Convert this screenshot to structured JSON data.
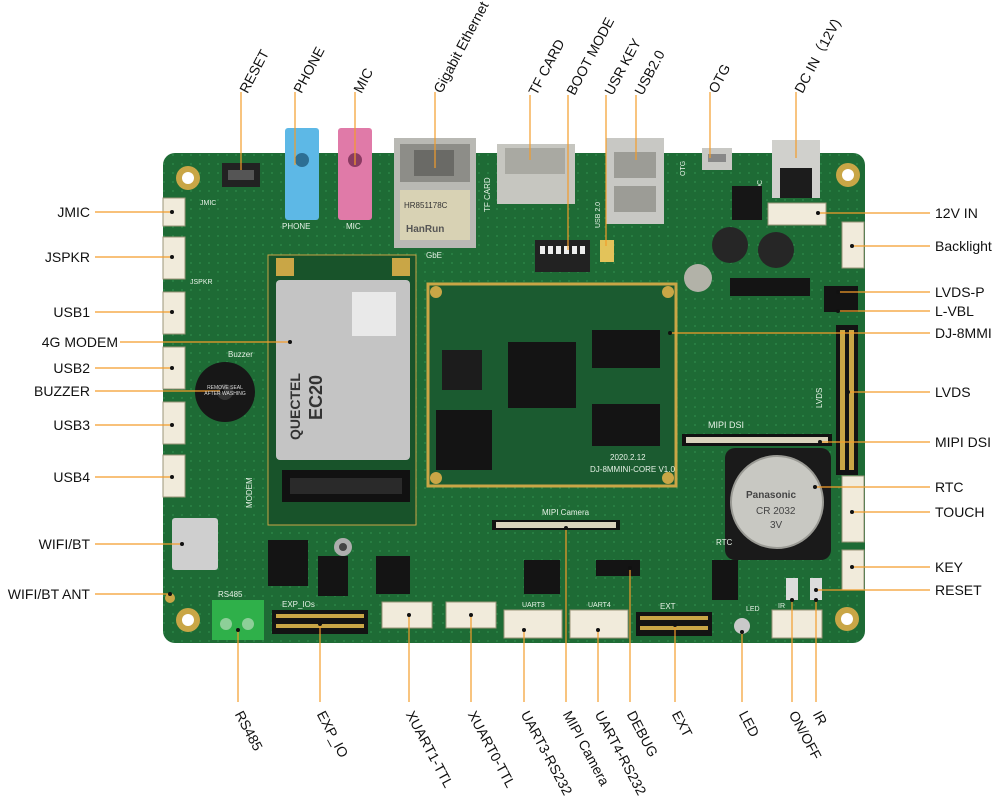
{
  "labels": {
    "left": [
      "JMIC",
      "JSPKR",
      "USB1",
      "4G MODEM",
      "USB2",
      "BUZZER",
      "USB3",
      "USB4",
      "WIFI/BT",
      "WIFI/BT ANT"
    ],
    "top": [
      "RESET",
      "PHONE",
      "MIC",
      "Gigabit Ethernet",
      "TF CARD",
      "BOOT MODE",
      "USR KEY",
      "USB2.0",
      "OTG",
      "DC IN（12V)"
    ],
    "right": [
      "12V IN",
      "Backlight",
      "LVDS-P",
      "L-VBL",
      "DJ-8MMI",
      "LVDS",
      "MIPI DSI",
      "RTC",
      "TOUCH",
      "KEY",
      "RESET"
    ],
    "bottom": [
      "RS485",
      "EXP_IO",
      "XUART1-TTL",
      "XUART0-TTL",
      "UART3-RS232",
      "MIPI Camera",
      "UART4-RS232",
      "DEBUG",
      "EXT",
      "LED",
      "IR",
      "ON/OFF"
    ]
  },
  "board": {
    "silk": {
      "phone": "PHONE",
      "mic": "MIC",
      "gbe": "GbE",
      "modem": "MODEM",
      "buzzer": "Buzzer",
      "mipi_dsi": "MIPI DSI",
      "mipi_cam": "MIPI Camera",
      "lvds": "LVDS",
      "rtc": "RTC",
      "exp_io": "EXP_IOs",
      "rs485": "RS485",
      "uart3": "UART3",
      "uart4": "UART4",
      "ext": "EXT",
      "led": "LED",
      "ir": "IR",
      "otg": "OTG",
      "tf": "TF CARD",
      "dc": "DC",
      "usb20": "USB 2.0",
      "jmic": "JMIC",
      "jspkr": "JSPKR"
    },
    "modem_brand": "QUECTEL",
    "modem_model": "EC20",
    "eth_brand": "HanRun",
    "eth_part": "HR851178C",
    "core_name": "DJ-8MMINI-CORE V1.0",
    "core_date": "2020.2.12",
    "battery_brand": "Panasonic",
    "battery_model": "CR 2032",
    "battery_volt": "3V",
    "buzzer_text": "REMOVE SEAL AFTER WASHING"
  },
  "colors": {
    "pcb": "#1e6b35",
    "pcb_dark": "#0f4a22",
    "gold": "#c9a646",
    "leader": "#f39c2a",
    "phone_jack": "#5db8e6",
    "mic_jack": "#e07aa8",
    "terminal": "#2fb04a"
  }
}
